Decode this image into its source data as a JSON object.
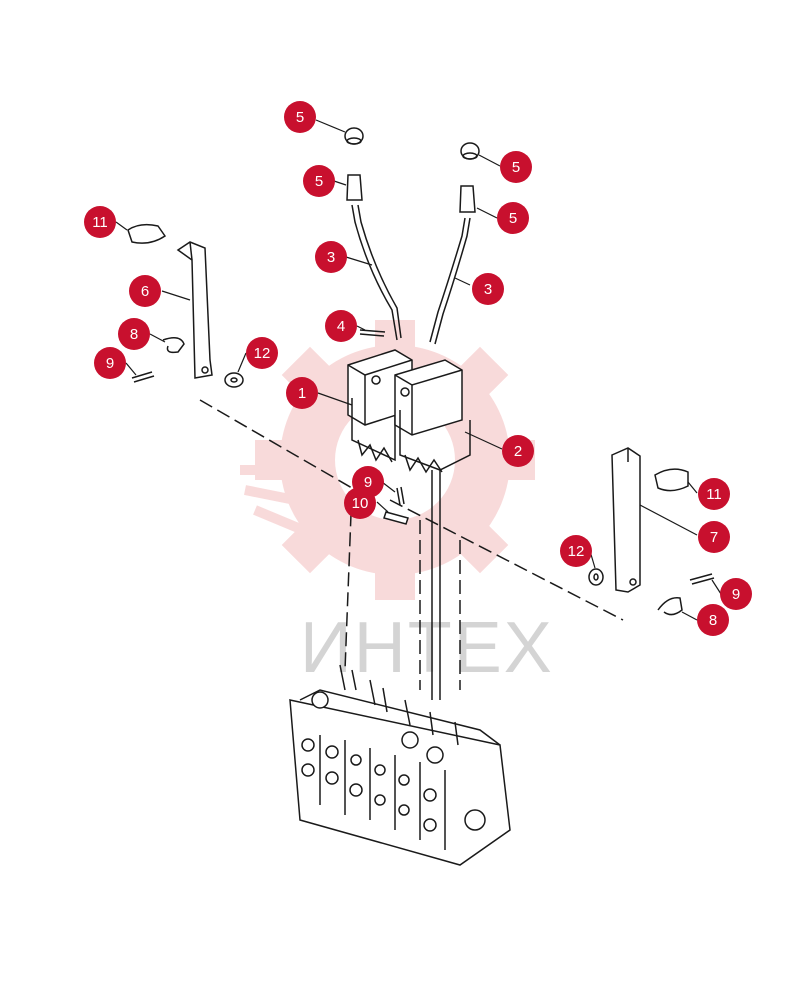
{
  "watermark": {
    "text": "ИНТЕХ"
  },
  "callouts": [
    {
      "id": "c-5a",
      "number": "5"
    },
    {
      "id": "c-5b",
      "number": "5"
    },
    {
      "id": "c-5c",
      "number": "5"
    },
    {
      "id": "c-5d",
      "number": "5"
    },
    {
      "id": "c-11a",
      "number": "11"
    },
    {
      "id": "c-3a",
      "number": "3"
    },
    {
      "id": "c-3b",
      "number": "3"
    },
    {
      "id": "c-6",
      "number": "6"
    },
    {
      "id": "c-4",
      "number": "4"
    },
    {
      "id": "c-8a",
      "number": "8"
    },
    {
      "id": "c-12a",
      "number": "12"
    },
    {
      "id": "c-9a",
      "number": "9"
    },
    {
      "id": "c-1",
      "number": "1"
    },
    {
      "id": "c-2",
      "number": "2"
    },
    {
      "id": "c-9b",
      "number": "9"
    },
    {
      "id": "c-10",
      "number": "10"
    },
    {
      "id": "c-11b",
      "number": "11"
    },
    {
      "id": "c-7",
      "number": "7"
    },
    {
      "id": "c-12b",
      "number": "12"
    },
    {
      "id": "c-9c",
      "number": "9"
    },
    {
      "id": "c-8b",
      "number": "8"
    }
  ],
  "colors": {
    "callout": "#c8102e",
    "line": "#1a1a1a",
    "watermark": "#f2b8b8"
  }
}
